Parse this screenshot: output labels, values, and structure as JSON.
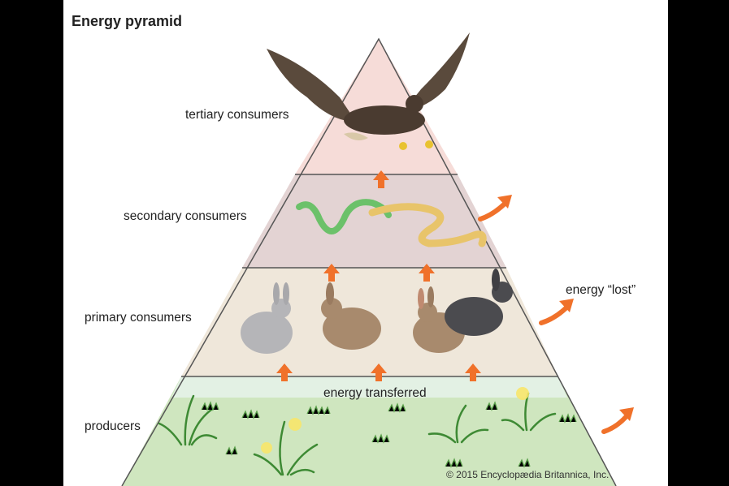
{
  "title": "Energy pyramid",
  "levels": {
    "tertiary": "tertiary consumers",
    "secondary": "secondary consumers",
    "primary": "primary consumers",
    "producers": "producers"
  },
  "annotations": {
    "energy_transferred": "energy transferred",
    "energy_lost": "energy “lost”"
  },
  "copyright": "© 2015 Encyclopædia Britannica, Inc.",
  "colors": {
    "tier_tertiary": "#f6dcd8",
    "tier_secondary": "#e3d3d3",
    "tier_primary": "#efe7da",
    "tier_producers": "#cfe6bf",
    "band_transfer": "#e3f1e4",
    "arrow": "#f0712a",
    "outline": "#555555"
  }
}
